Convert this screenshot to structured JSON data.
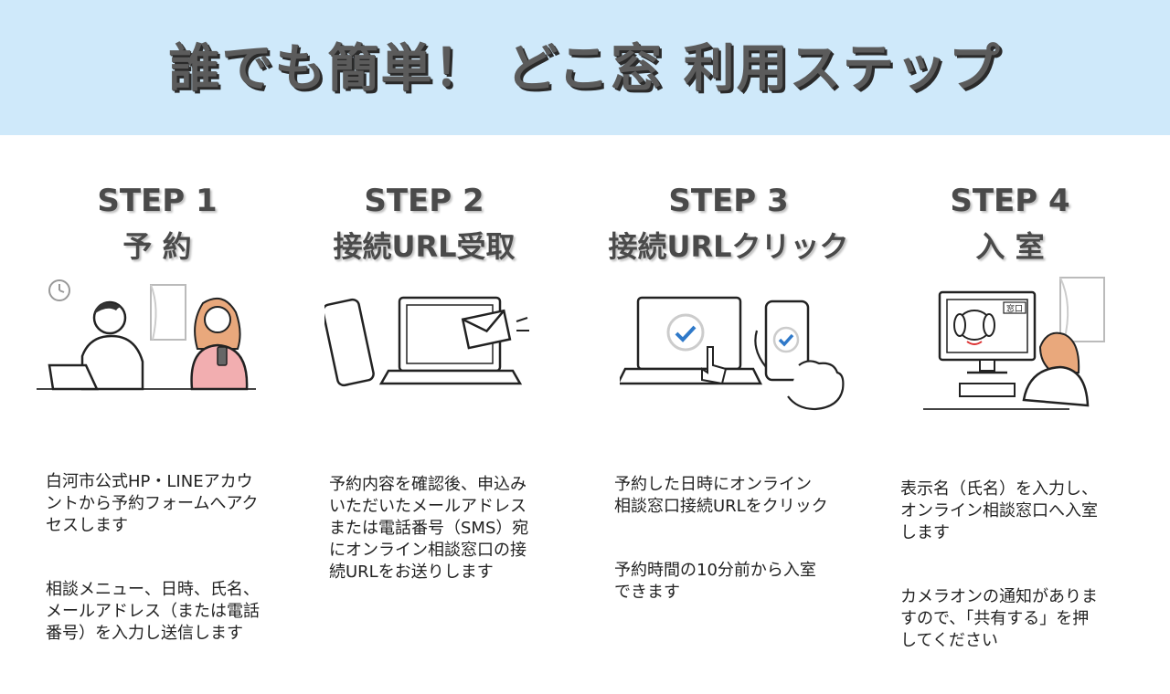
{
  "header": {
    "title": "誰でも簡単！ どこ窓 利用ステップ",
    "bg_color": "#cfe9fa"
  },
  "steps": [
    {
      "label": "STEP 1",
      "name": "予 約",
      "illustration": "two-people-laptop-phone-icon",
      "paragraphs": [
        "白河市公式HP・LINEアカウ\nントから予約フォームへアク\nセスします",
        "相談メニュー、日時、氏名、\nメールアドレス（または電話\n番号）を入力し送信します"
      ]
    },
    {
      "label": "STEP 2",
      "name": "接続URL受取",
      "illustration": "laptop-phone-mail-icon",
      "paragraphs": [
        "予約内容を確認後、申込み\nいただいたメールアドレス\nまたは電話番号（SMS）宛\nにオンライン相談窓口の接\n続URLをお送りします"
      ]
    },
    {
      "label": "STEP 3",
      "name": "接続URLクリック",
      "illustration": "laptop-phone-check-tap-icon",
      "paragraphs": [
        "予約した日時にオンライン\n相談窓口接続URLをクリック",
        "予約時間の10分前から入室\nできます"
      ]
    },
    {
      "label": "STEP 4",
      "name": "入 室",
      "illustration": "video-call-monitor-icon",
      "monitor_badge": "窓口",
      "paragraphs": [
        "表示名（氏名）を入力し、\nオンライン相談窓口へ入室\nします",
        "カメラオンの通知がありま\nすので、「共有する」を押\nしてください"
      ]
    }
  ]
}
